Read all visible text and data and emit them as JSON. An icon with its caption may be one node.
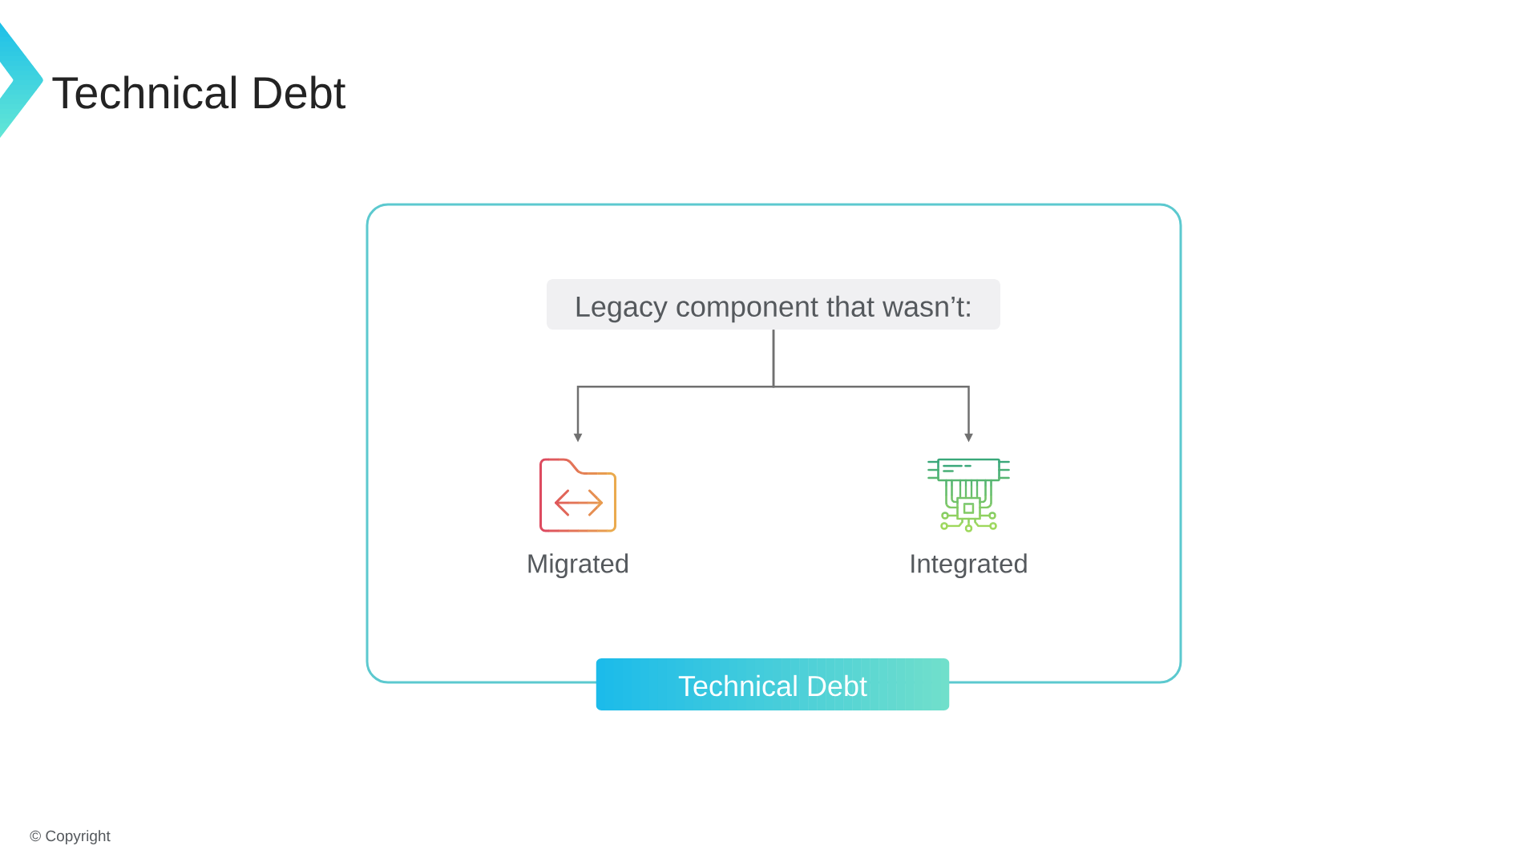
{
  "diagram": {
    "title": "Technical Debt",
    "nodes": [
      {
        "text": [
          "Technical Debt"
        ]
      },
      {
        "text": [
          "Legacy component that wasn’t:"
        ],
        "in": 0
      },
      {
        "text": [],
        "shape": "picture",
        "beside": [
          "Migrated"
        ],
        "in": 0
      },
      {
        "text": [],
        "shape": "picture",
        "beside": [
          "Integrated"
        ],
        "in": 0
      }
    ],
    "edges": [
      {
        "from": 1,
        "to": 2,
        "arrow": "to"
      },
      {
        "from": 1,
        "to": 3,
        "arrow": "to"
      }
    ],
    "labels": [
      "© Copyright"
    ]
  }
}
